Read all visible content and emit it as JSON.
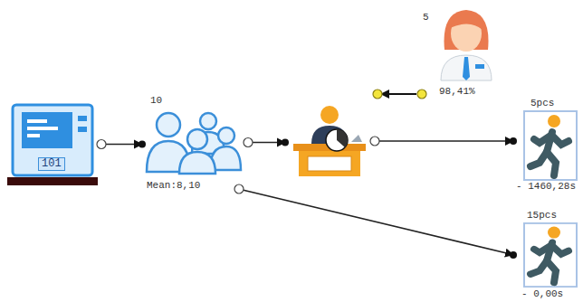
{
  "diagram": {
    "nodes": [
      {
        "text": [
          "101"
        ]
      },
      {
        "text": [
          "10",
          "Mean:8,10"
        ]
      },
      {
        "text": []
      },
      {
        "text": [
          "5",
          "98,41%"
        ]
      },
      {
        "text": [
          "5pcs",
          "- 1460,28s"
        ]
      },
      {
        "text": [
          "15pcs",
          "- 0,00s"
        ]
      }
    ],
    "edges": [
      {
        "from": 0,
        "to": 1,
        "arrow": "to"
      },
      {
        "from": 1,
        "to": 2,
        "arrow": "to"
      },
      {
        "from": 2,
        "to": 4,
        "arrow": "to"
      },
      {
        "from": 1,
        "to": 5,
        "arrow": "to"
      }
    ]
  }
}
